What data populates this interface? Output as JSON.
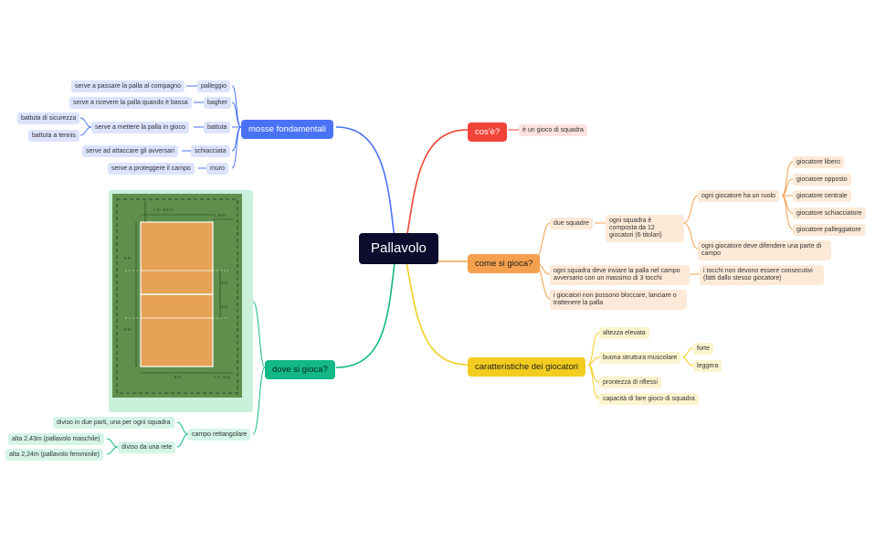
{
  "root": "Pallavolo",
  "colors": {
    "red": "#f04438",
    "orange": "#f4a04e",
    "yellow": "#f2cd1f",
    "green": "#12b886",
    "blue": "#4a72f5"
  },
  "cose": {
    "label": "cos'è?",
    "items": [
      "è un gioco di squadra"
    ]
  },
  "come": {
    "label": "come si gioca?",
    "due_squadre": "due squadre",
    "composta": "ogni squadra è composta da 12 giocatori (6 titolari)",
    "ruolo": "ogni giocatore ha un ruolo",
    "ruoli": [
      "giocatore libero",
      "giocatore opposto",
      "giocatore centrale",
      "giocatore schiacciatore",
      "giocatore palleggiatore"
    ],
    "difendere": "ogni giocatore deve difendere una parte di campo",
    "inviare": "ogni squadra deve inviare la palla nel campo avversario con un massimo di 3 tocchi",
    "tocchi": "i tocchi non devono essere consecutivi (fatti dallo stesso giocatore)",
    "bloccare": "i giocatori non possono bloccare, lanciare o trattenere la palla"
  },
  "caratteristiche": {
    "label": "caratteristiche dei giocatori",
    "altezza": "altezza elevata",
    "struttura": "buona struttura muscolare",
    "struttura_sub": [
      "forte",
      "leggera"
    ],
    "prontezza": "prontezza di riflessi",
    "capacita": "capacità di fare gioco di squadra"
  },
  "dove": {
    "label": "dove si gioca?",
    "campo": "campo rettangolare",
    "diviso_due": "diviso in due parti, una per ogni squadra",
    "rete": "diviso da una rete",
    "rete_sub": [
      "alta 2,43m (pallavolo maschile)",
      "alta 2,24m (pallavolo femminile)"
    ],
    "court_labels": {
      "top": "> 3 - 6.5 m",
      "top_right": "1.75 m",
      "left_upper": "9 m",
      "left_lower": "9 m",
      "right_upper": "3 m",
      "right_lower": "3 m",
      "bottom": "9 m",
      "bottom_right": "> 3 - 5 m"
    }
  },
  "mosse": {
    "label": "mosse fondamentali",
    "items": [
      {
        "name": "palleggio",
        "desc": "serve a passare la palla al compagno"
      },
      {
        "name": "bagher",
        "desc": "serve a ricevere la palla quando è bassa"
      },
      {
        "name": "battuta",
        "desc": "serve a mettere la palla in gioco"
      },
      {
        "name": "schiacciata",
        "desc": "serve ad attaccare gli avversari"
      },
      {
        "name": "muro",
        "desc": "serve a proteggere il campo"
      }
    ],
    "battuta_sub": [
      "battuta di sicurezza",
      "battuta a tennis"
    ]
  }
}
